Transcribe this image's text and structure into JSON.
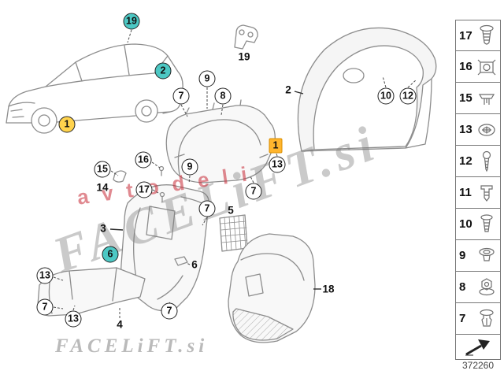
{
  "part_number": "372260",
  "watermark": {
    "main": "FACELiFT.si",
    "sub": "avtodeli",
    "bottom": "FACELiFT.si"
  },
  "colors": {
    "highlight_teal": "#4cc8c4",
    "highlight_yellow": "#ffd34d",
    "highlight_tag": "#ffb52d"
  },
  "legend": {
    "items": [
      {
        "label": "17",
        "icon": "torx-screw-icon"
      },
      {
        "label": "16",
        "icon": "cage-nut-icon"
      },
      {
        "label": "15",
        "icon": "clip-icon"
      },
      {
        "label": "13",
        "icon": "plastic-nut-icon"
      },
      {
        "label": "12",
        "icon": "tapping-screw-icon"
      },
      {
        "label": "11",
        "icon": "expanding-rivet-icon"
      },
      {
        "label": "10",
        "icon": "screw-icon"
      },
      {
        "label": "9",
        "icon": "push-pin-icon"
      },
      {
        "label": "8",
        "icon": "flange-nut-icon"
      },
      {
        "label": "7",
        "icon": "expansion-rivet-icon"
      }
    ],
    "arrow": "direction-arrow-icon"
  },
  "callouts": [
    {
      "label": "19",
      "highlight": "teal"
    },
    {
      "label": "2",
      "highlight": "teal"
    },
    {
      "label": "1",
      "highlight": "yellow"
    },
    {
      "label": "19",
      "highlight": null
    },
    {
      "label": "9",
      "highlight": null
    },
    {
      "label": "7",
      "highlight": null
    },
    {
      "label": "8",
      "highlight": null
    },
    {
      "label": "2",
      "highlight": null
    },
    {
      "label": "10",
      "highlight": null
    },
    {
      "label": "12",
      "highlight": null
    },
    {
      "label": "1",
      "highlight": "yellow-tag"
    },
    {
      "label": "13",
      "highlight": null
    },
    {
      "label": "7",
      "highlight": null
    },
    {
      "label": "16",
      "highlight": null
    },
    {
      "label": "15",
      "highlight": null
    },
    {
      "label": "14",
      "highlight": null
    },
    {
      "label": "9",
      "highlight": null
    },
    {
      "label": "17",
      "highlight": null
    },
    {
      "label": "7",
      "highlight": null
    },
    {
      "label": "5",
      "highlight": null
    },
    {
      "label": "3",
      "highlight": null
    },
    {
      "label": "6",
      "highlight": "teal"
    },
    {
      "label": "6",
      "highlight": null
    },
    {
      "label": "13",
      "highlight": null
    },
    {
      "label": "7",
      "highlight": null
    },
    {
      "label": "13",
      "highlight": null
    },
    {
      "label": "4",
      "highlight": null
    },
    {
      "label": "7",
      "highlight": null
    },
    {
      "label": "18",
      "highlight": null
    }
  ]
}
